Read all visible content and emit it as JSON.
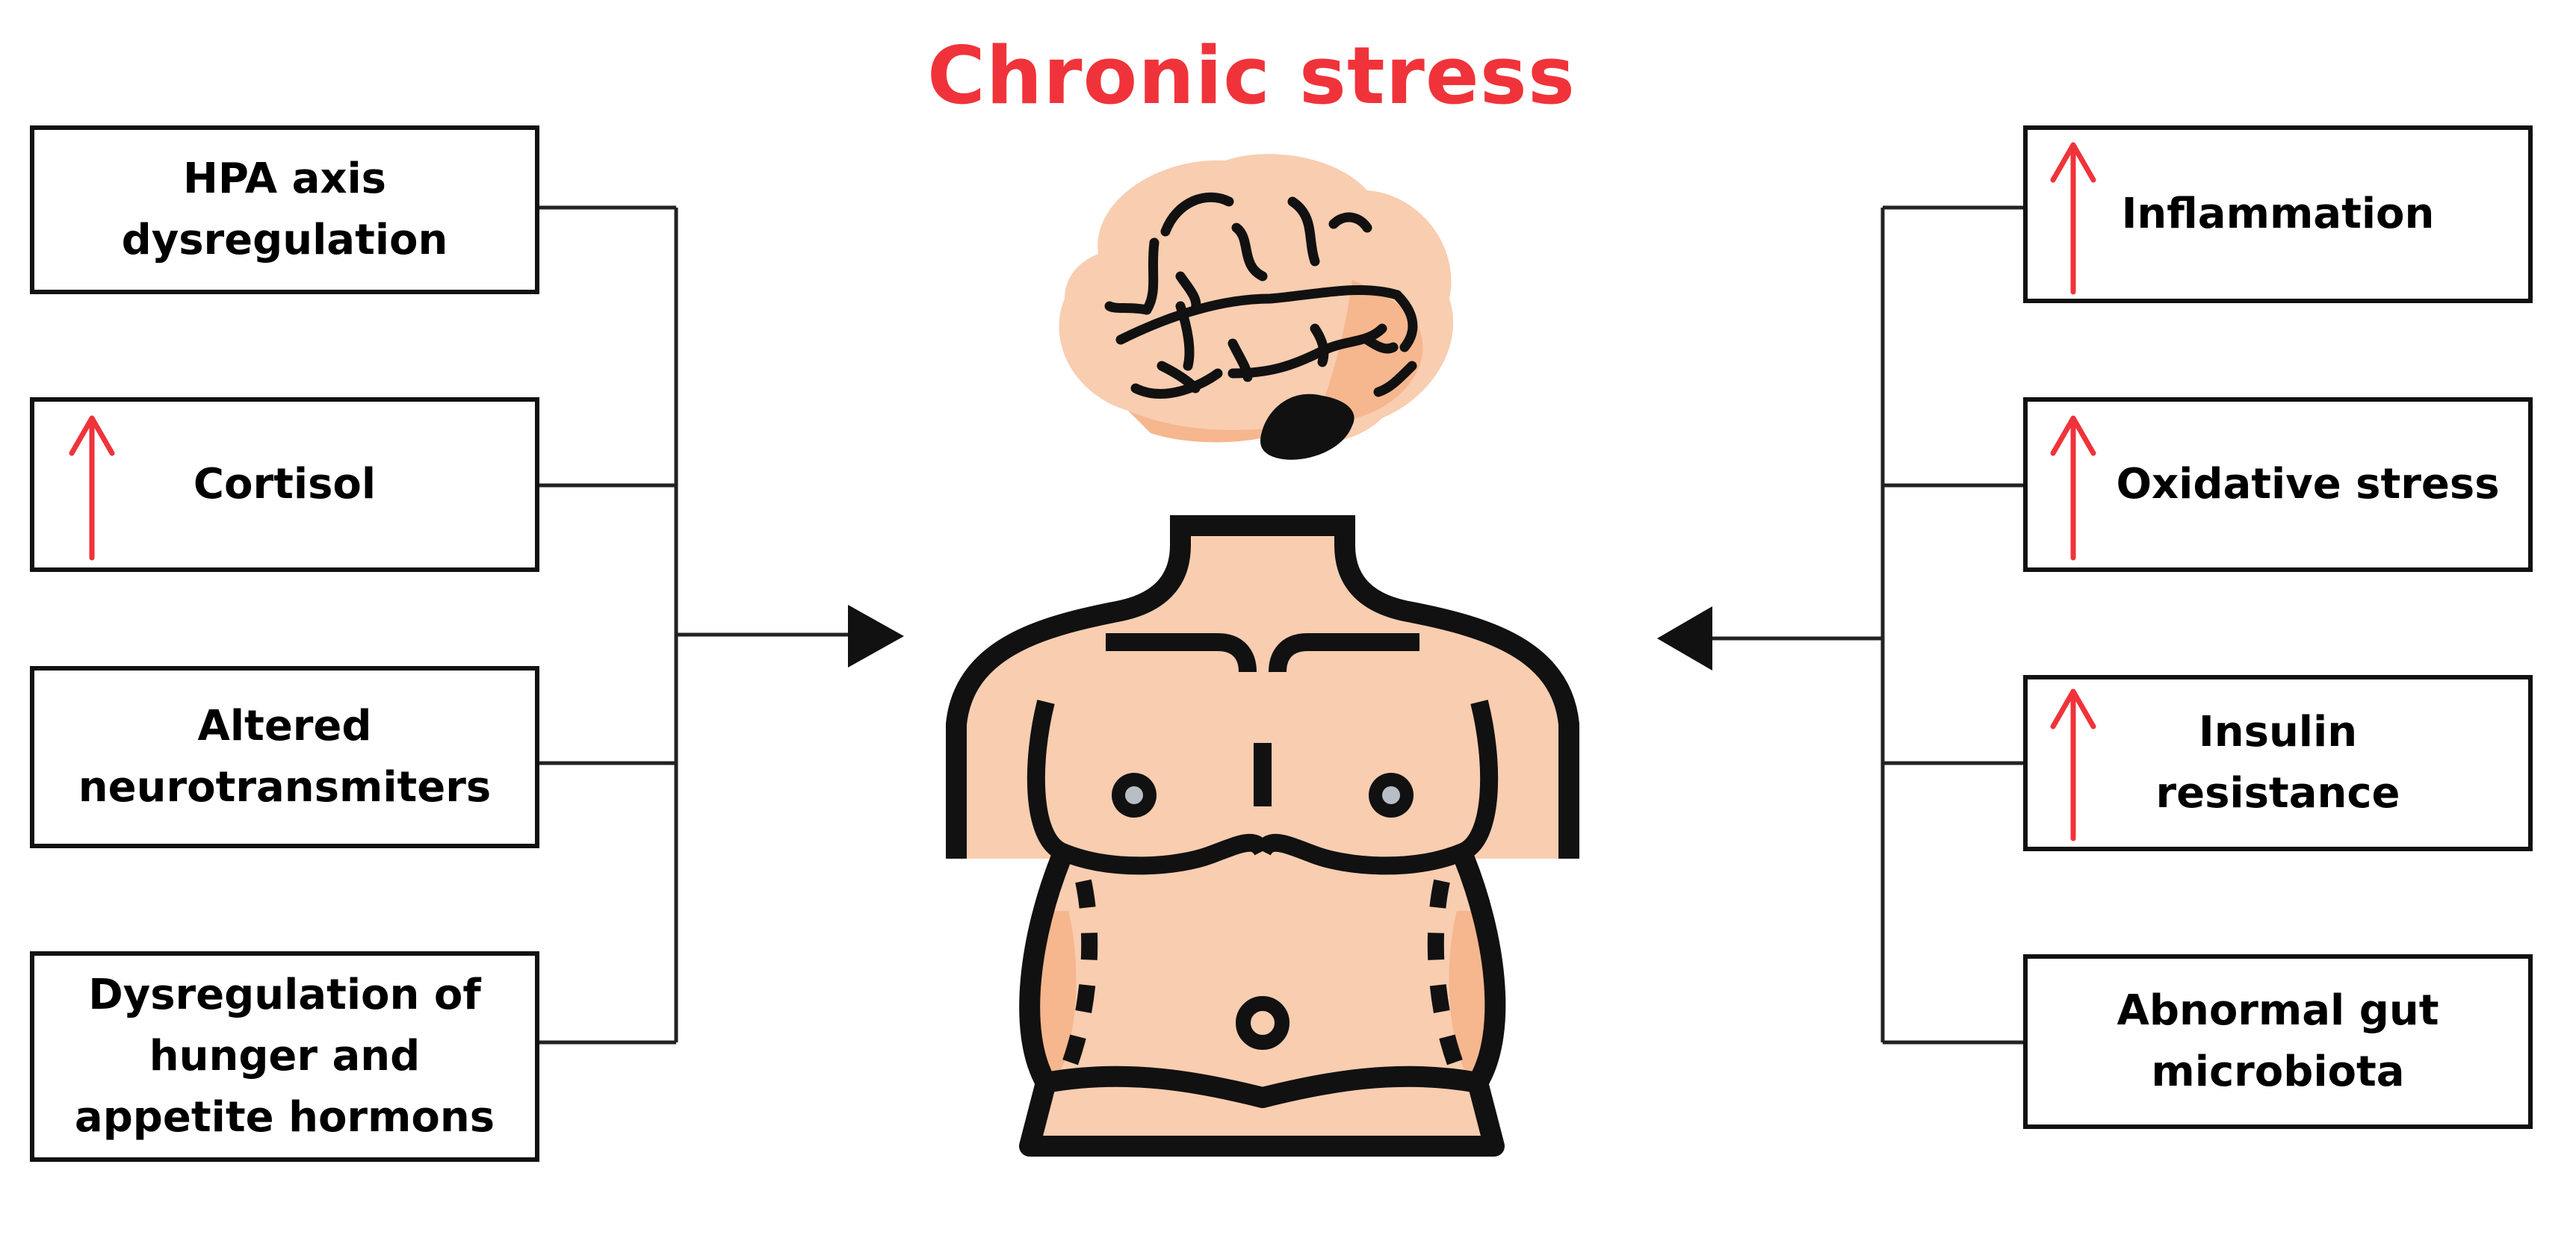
{
  "title": "Chronic stress",
  "left_factors": [
    {
      "label": "HPA axis\ndysregulation",
      "increase": false
    },
    {
      "label": "Cortisol",
      "increase": true
    },
    {
      "label": "Altered\nneurotransmiters",
      "increase": false
    },
    {
      "label": "Dysregulation of\nhunger and\nappetite hormons",
      "increase": false
    }
  ],
  "right_factors": [
    {
      "label": "Inflammation",
      "increase": true
    },
    {
      "label": "Oxidative stress",
      "increase": true
    },
    {
      "label": "Insulin\nresistance",
      "increase": true
    },
    {
      "label": "Abnormal gut\nmicrobiota",
      "increase": false
    }
  ],
  "colors": {
    "title": "#f0333a",
    "increase_arrow": "#f0333a",
    "skin": "#f8cdb0",
    "skin_shade": "#f6b68e",
    "outline": "#111111"
  },
  "icons": [
    "brain-icon",
    "torso-icon",
    "increase-arrow-icon"
  ]
}
